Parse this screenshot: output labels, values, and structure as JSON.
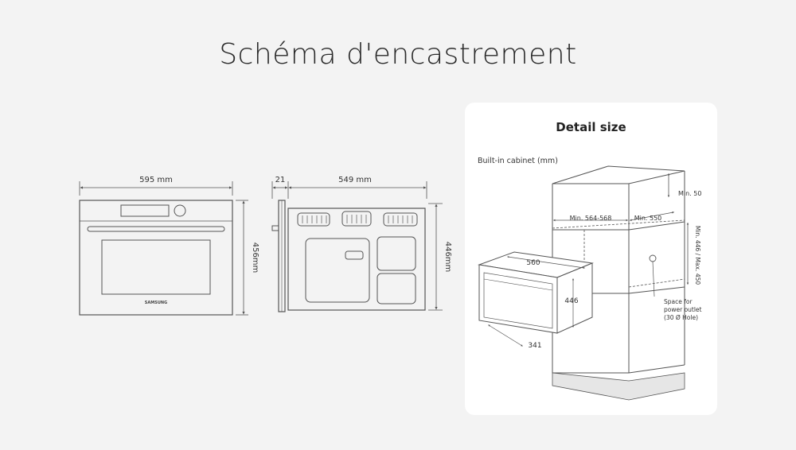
{
  "page": {
    "title": "Schéma d'encastrement"
  },
  "front_view": {
    "width_label": "595 mm",
    "height_label": "456mm",
    "brand_text": "SAMSUNG"
  },
  "side_view": {
    "front_depth_label": "21",
    "depth_label": "549 mm",
    "height_label": "446mm"
  },
  "detail": {
    "title": "Detail size",
    "cabinet_label": "Built-in cabinet (mm)",
    "min_top": "Min. 50",
    "cabinet_width": "Min. 564-568",
    "cabinet_depth": "Min. 550",
    "cabinet_height": "Min. 446 / Max. 450",
    "oven_width": "560",
    "oven_height": "446",
    "oven_depth": "341",
    "outlet_note": [
      "Space for",
      "power outlet",
      "(30 Ø Hole)"
    ]
  },
  "colors": {
    "line": "#555555",
    "text": "#333333",
    "card_bg": "#ffffff",
    "page_bg": "#f3f3f3"
  }
}
